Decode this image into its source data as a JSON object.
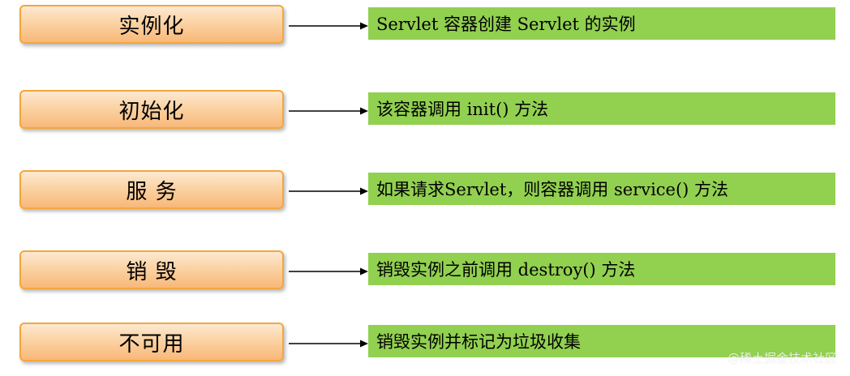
{
  "stages": [
    {
      "name": "实例化",
      "description": "Servlet 容器创建 Servlet 的实例"
    },
    {
      "name": "初始化",
      "description": "该容器调用 init() 方法"
    },
    {
      "name": "服 务",
      "description": "如果请求Servlet，则容器调用 service() 方法"
    },
    {
      "name": "销 毁",
      "description": "销毁实例之前调用 destroy() 方法"
    },
    {
      "name": "不可用",
      "description": "销毁实例并标记为垃圾收集"
    }
  ],
  "watermark": "@稀土掘金技术社区",
  "colors": {
    "stage_border": "#f4a640",
    "stage_fill": "#fbd3a4",
    "description_fill": "#92d050",
    "arrow": "#000000"
  }
}
